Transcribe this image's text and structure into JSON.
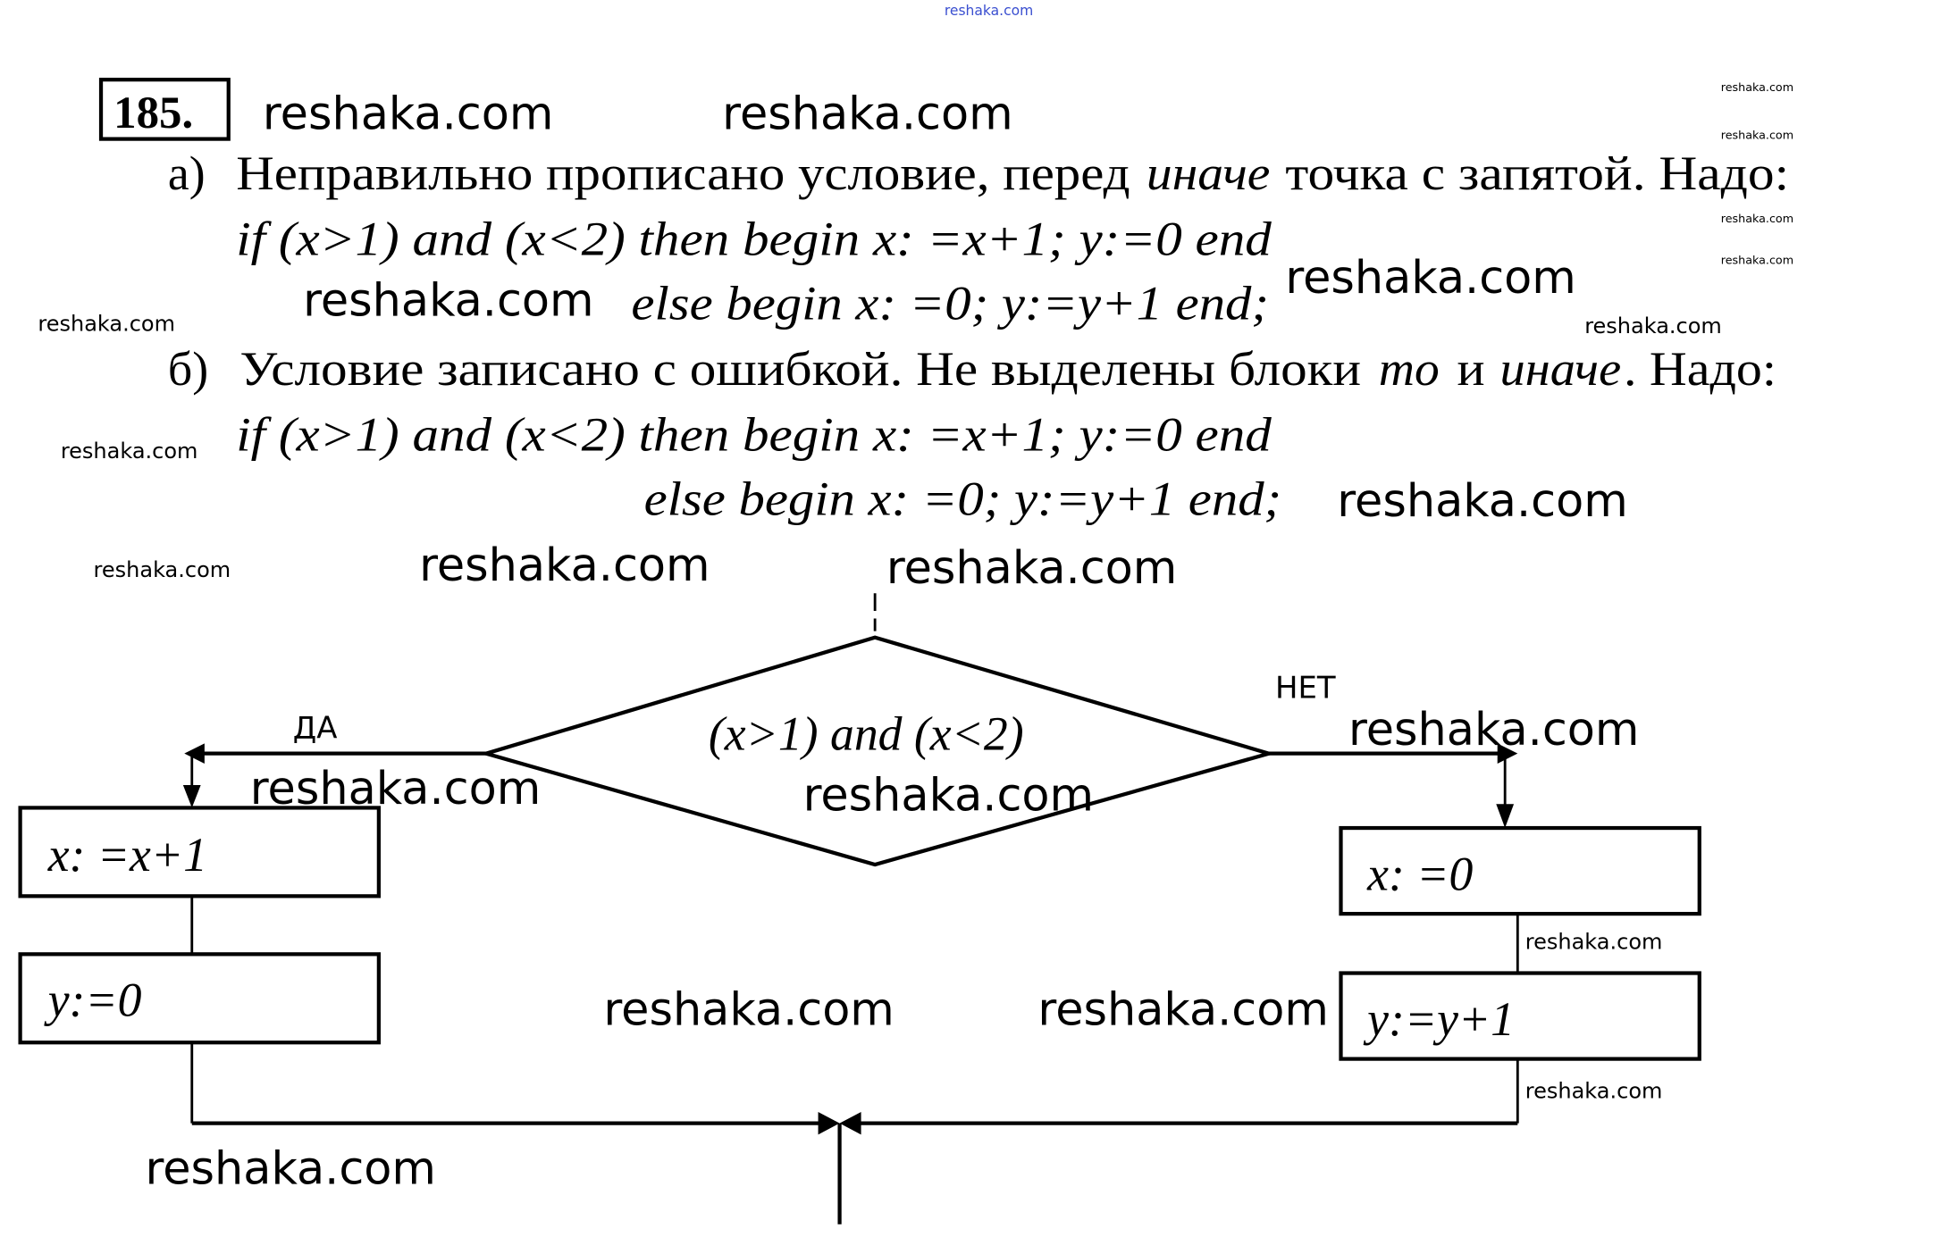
{
  "problem_number": "185.",
  "watermark": "reshaka.com",
  "part_a": {
    "label": "а)",
    "text_before": "Неправильно прописано условие, перед ",
    "text_italic": "иначе",
    "text_after": " точка с запятой. Надо:",
    "code_line1": "if (x>1) and (x<2) then begin x: =x+1; y:=0 end",
    "code_line2": "else begin x: =0; y:=y+1 end;"
  },
  "part_b": {
    "label": "б)",
    "text_before": "Условие записано с ошибкой. Не выделены блоки ",
    "text_italic1": "то",
    "text_mid": " и ",
    "text_italic2": "иначе",
    "text_after": ". Надо:",
    "code_line1": "if (x>1) and (x<2) then begin x: =x+1; y:=0 end",
    "code_line2": "else begin x: =0; y:=y+1 end;"
  },
  "flowchart": {
    "condition": "(x>1) and (x<2)",
    "yes_label": "ДА",
    "no_label": "НЕТ",
    "yes_blocks": [
      "x: =x+1",
      "y:=0"
    ],
    "no_blocks": [
      "x: =0",
      "y:=y+1"
    ]
  }
}
